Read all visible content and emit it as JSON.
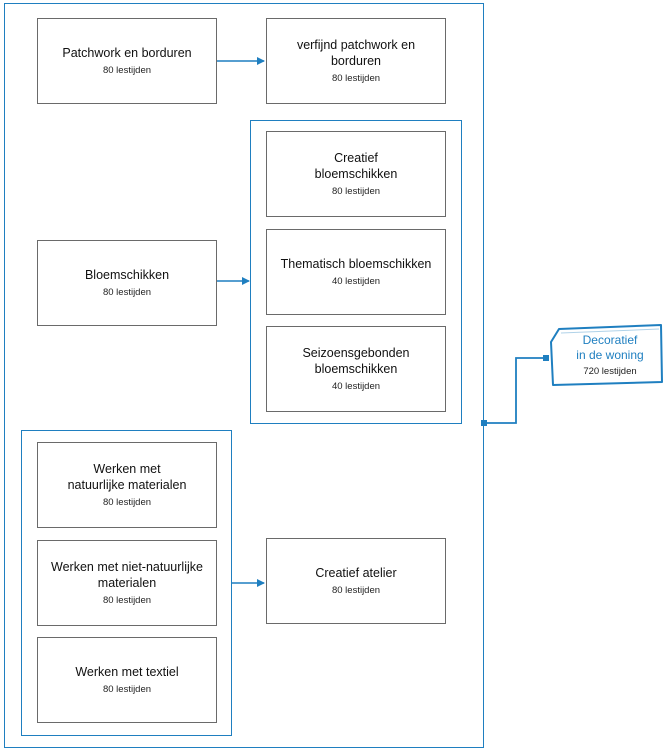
{
  "modules": {
    "patchwork": {
      "title": "Patchwork en borduren",
      "hours": "80 lestijden"
    },
    "verfijnd_patchwork": {
      "title": "verfijnd patchwork en borduren",
      "hours": "80 lestijden"
    },
    "bloemschikken": {
      "title": "Bloemschikken",
      "hours": "80 lestijden"
    },
    "creatief_bloemschikken": {
      "title": "Creatief\nbloemschikken",
      "hours": "80 lestijden"
    },
    "thematisch_bloemschikken": {
      "title": "Thematisch bloemschikken",
      "hours": "40 lestijden"
    },
    "seizoensgebonden_bloemschikken": {
      "title": "Seizoensgebonden\nbloemschikken",
      "hours": "40 lestijden"
    },
    "natuurlijke_materialen": {
      "title": "Werken met\nnatuurlijke materialen",
      "hours": "80 lestijden"
    },
    "niet_natuurlijke_materialen": {
      "title": "Werken met niet-natuurlijke\nmaterialen",
      "hours": "80 lestijden"
    },
    "textiel": {
      "title": "Werken met textiel",
      "hours": "80 lestijden"
    },
    "creatief_atelier": {
      "title": "Creatief atelier",
      "hours": "80 lestijden"
    }
  },
  "outcome": {
    "title": "Decoratief\nin de woning",
    "hours": "720 lestijden"
  },
  "colors": {
    "accent": "#1f7fc0",
    "box_border": "#6a6a6a",
    "text": "#111111"
  }
}
